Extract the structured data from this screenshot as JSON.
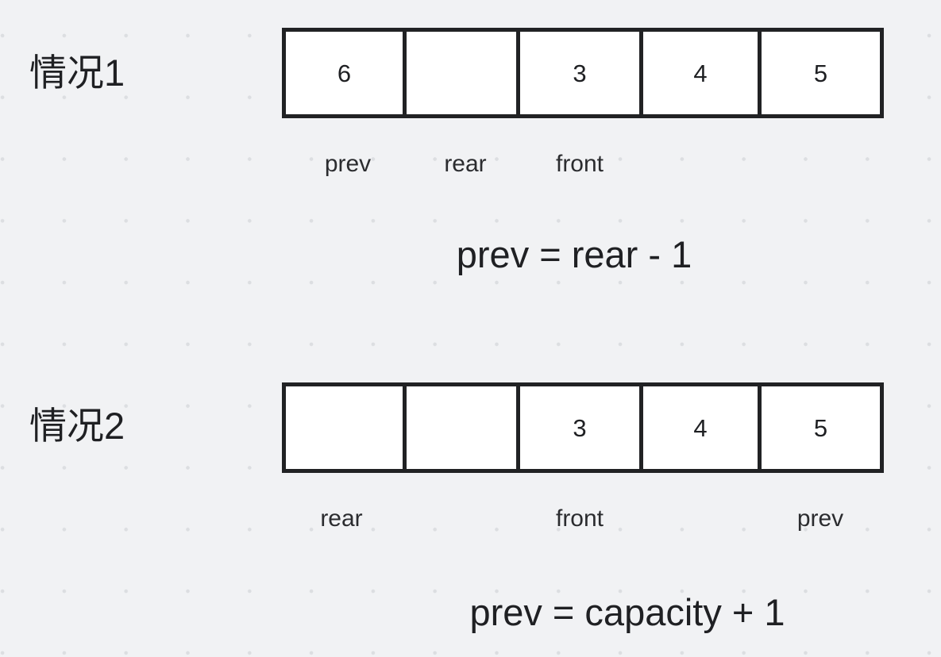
{
  "diagram": {
    "title_case1": "情况1",
    "title_case2": "情况2",
    "cases": [
      {
        "id": "case-1",
        "label": "情况1",
        "cells": [
          "6",
          "",
          "3",
          "4",
          "5"
        ],
        "pointers": [
          {
            "name": "prev",
            "text": "prev"
          },
          {
            "name": "rear",
            "text": "rear"
          },
          {
            "name": "front",
            "text": "front"
          }
        ],
        "equation": "prev = rear - 1"
      },
      {
        "id": "case-2",
        "label": "情况2",
        "cells": [
          "",
          "",
          "3",
          "4",
          "5"
        ],
        "pointers": [
          {
            "name": "rear",
            "text": "rear"
          },
          {
            "name": "front",
            "text": "front"
          },
          {
            "name": "prev",
            "text": "prev"
          }
        ],
        "equation": "prev = capacity + 1"
      }
    ]
  },
  "colors": {
    "background": "#f1f2f4",
    "grid_dot": "#dcdee1",
    "border": "#212224",
    "cell_fill": "#ffffff",
    "text": "#1f2023"
  }
}
